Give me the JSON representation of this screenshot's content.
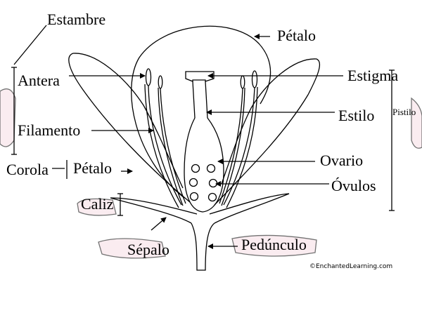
{
  "labels": {
    "estambre": "Estambre",
    "petalo_top": "Pétalo",
    "antera": "Antera",
    "estigma": "Estigma",
    "filamento": "Filamento",
    "estilo": "Estilo",
    "pistilo": "Pistilo",
    "corola": "Corola",
    "petalo_corola": "Pétalo",
    "ovario": "Ovario",
    "ovulos": "Óvulos",
    "caliz": "Caliz",
    "pedunculo": "Pedúnculo",
    "sepalo": "Sépalo"
  },
  "credit": "©EnchantedLearning.com",
  "colors": {
    "ink": "#000000",
    "smear": "#f6dde4",
    "background": "#ffffff"
  }
}
